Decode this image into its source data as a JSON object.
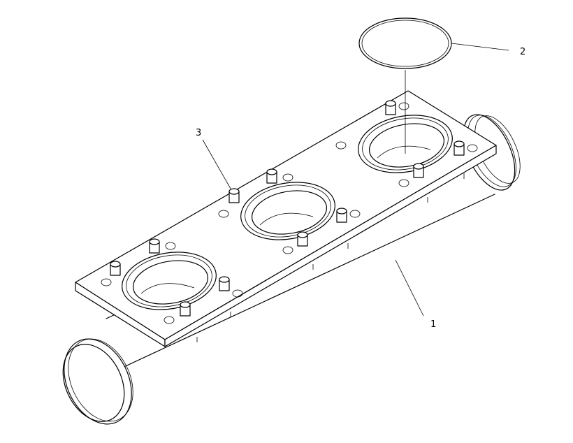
{
  "callouts": [
    {
      "id": "part-1",
      "label": "1"
    },
    {
      "id": "part-2",
      "label": "2"
    },
    {
      "id": "part-3",
      "label": "3"
    }
  ],
  "colors": {
    "line": "#000000",
    "background": "#ffffff"
  }
}
